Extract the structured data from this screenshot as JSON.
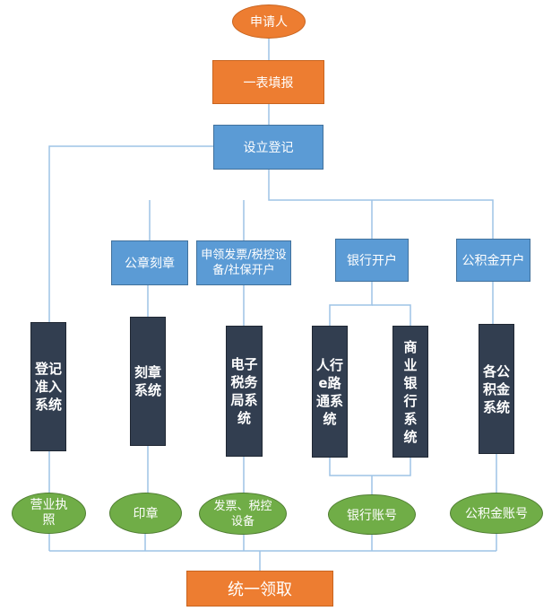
{
  "flow": {
    "applicant": "申请人",
    "form": "一表填报",
    "registration": "设立登记",
    "branches": {
      "seal": "公章刻章",
      "invoice": "申领发票/税控设备/社保开户",
      "bank": "银行开户",
      "fund": "公积金开户"
    },
    "systems": {
      "registration": "登记准入系统",
      "seal": "刻章系统",
      "tax": "电子税务局系统",
      "pboc": "人行e路通系统",
      "commercial_bank": "商业银行系统",
      "fund": "各公积金系统"
    },
    "outputs": {
      "license": "营业执照",
      "seal": "印章",
      "invoice": "发票、税控设备",
      "bank_account": "银行账号",
      "fund_account": "公积金账号"
    },
    "collect": "统一领取"
  },
  "colors": {
    "orange": "#ed7d31",
    "blue": "#5b9bd5",
    "dark": "#323e50",
    "green": "#70ad47",
    "line": "#9dc3e6"
  }
}
